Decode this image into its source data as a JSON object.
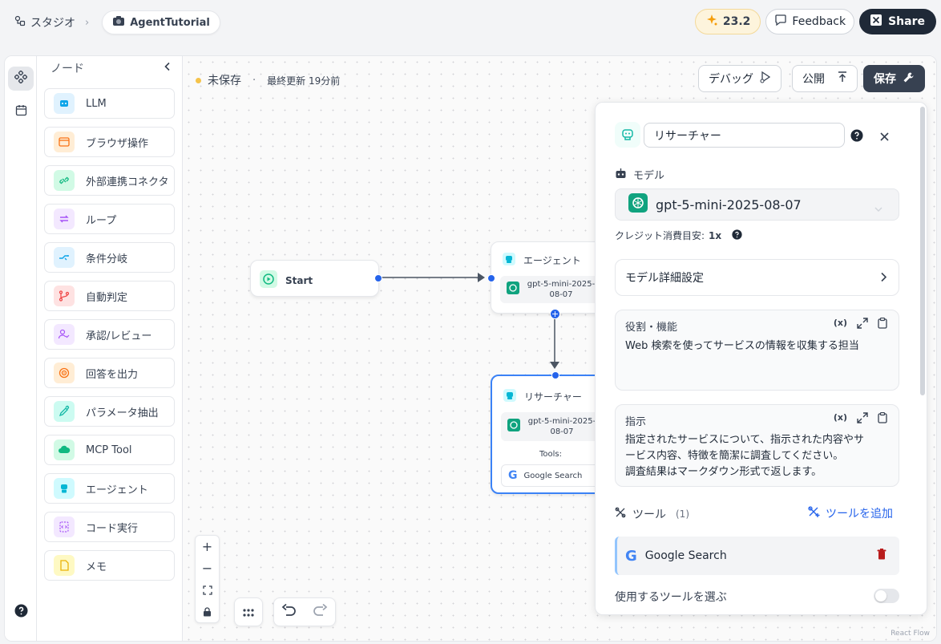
{
  "breadcrumb": {
    "studio": "スタジオ",
    "separator": "›",
    "project": "AgentTutorial"
  },
  "topbar": {
    "credits": "23.2",
    "feedback": "Feedback",
    "share": "Share"
  },
  "nodes_panel": {
    "title": "ノード",
    "items": [
      {
        "label": "LLM",
        "icon": "robot-icon",
        "color": "#0ea5e9",
        "bg": "#e0f2fe"
      },
      {
        "label": "ブラウザ操作",
        "icon": "browser-icon",
        "color": "#f97316",
        "bg": "#ffedd5"
      },
      {
        "label": "外部連携コネクタ",
        "icon": "plug-icon",
        "color": "#10b981",
        "bg": "#d1fae5"
      },
      {
        "label": "ループ",
        "icon": "loop-icon",
        "color": "#a855f7",
        "bg": "#f3e8ff"
      },
      {
        "label": "条件分岐",
        "icon": "branch-icon",
        "color": "#0ea5e9",
        "bg": "#e0f2fe"
      },
      {
        "label": "自動判定",
        "icon": "git-branch-icon",
        "color": "#ef4444",
        "bg": "#fee2e2"
      },
      {
        "label": "承認/レビュー",
        "icon": "user-check-icon",
        "color": "#a855f7",
        "bg": "#f3e8ff"
      },
      {
        "label": "回答を出力",
        "icon": "target-icon",
        "color": "#f97316",
        "bg": "#ffedd5"
      },
      {
        "label": "パラメータ抽出",
        "icon": "pipette-icon",
        "color": "#14b8a6",
        "bg": "#ccfbf1"
      },
      {
        "label": "MCP Tool",
        "icon": "cloud-icon",
        "color": "#10b981",
        "bg": "#d1fae5"
      },
      {
        "label": "エージェント",
        "icon": "agent-icon",
        "color": "#06b6d4",
        "bg": "#cffafe"
      },
      {
        "label": "コード実行",
        "icon": "code-icon",
        "color": "#a855f7",
        "bg": "#f3e8ff"
      },
      {
        "label": "メモ",
        "icon": "note-icon",
        "color": "#eab308",
        "bg": "#fef9c3"
      }
    ]
  },
  "canvas": {
    "status": "未保存",
    "last_update": "最終更新 19分前",
    "debug": "デバッグ",
    "publish": "公開",
    "save": "保存",
    "start_node": "Start",
    "agent_node": {
      "title": "エージェント",
      "model": "gpt-5-mini-2025-08-07"
    },
    "researcher_node": {
      "title": "リサーチャー",
      "model": "gpt-5-mini-2025-08-07",
      "tools_label": "Tools:",
      "tool": "Google Search"
    },
    "watermark": "React Flow"
  },
  "panel": {
    "name_value": "リサーチャー",
    "model_label": "モデル",
    "model_value": "gpt-5-mini-2025-08-07",
    "credit_hint_label": "クレジット消費目安:",
    "credit_hint_value": "1x",
    "model_settings": "モデル詳細設定",
    "role_label": "役割・機能",
    "role_text": "Web 検索を使ってサービスの情報を収集する担当",
    "instruction_label": "指示",
    "instruction_lines": [
      "指定されたサービスについて、指示された内容やサ",
      "ービス内容、特徴を簡潔に調査してください。",
      "調査結果はマークダウン形式で返します。"
    ],
    "variable_icon_text": "(x)",
    "tools_label": "ツール",
    "tools_count": "(1)",
    "add_tool": "ツールを追加",
    "tool_item": "Google Search",
    "choose_tools": "使用するツールを選ぶ"
  },
  "colors": {
    "accent": "#2563eb",
    "dark": "#1f2937",
    "openai_green": "#10a37f",
    "delete_red": "#b91c1c"
  }
}
